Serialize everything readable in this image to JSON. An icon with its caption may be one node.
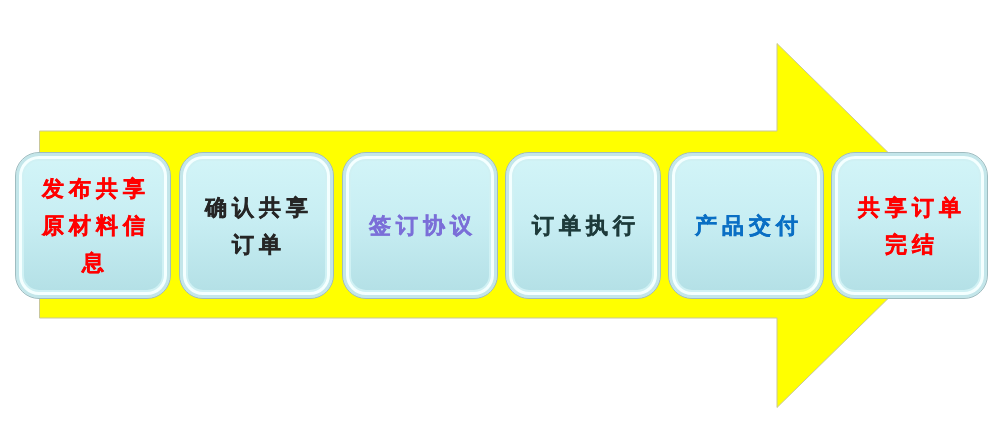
{
  "diagram": {
    "nodes": [
      {
        "text": [],
        "shape": "arrow"
      },
      {
        "text": [
          "发布共享原材料信息"
        ],
        "in": 0
      },
      {
        "text": [
          "确认共享订单"
        ],
        "in": 0
      },
      {
        "text": [
          "签订协议"
        ],
        "in": 0
      },
      {
        "text": [
          "订单执行"
        ],
        "in": 0
      },
      {
        "text": [
          "产品交付"
        ],
        "in": 0
      },
      {
        "text": [
          "共享订单完结"
        ],
        "in": 0
      }
    ]
  }
}
